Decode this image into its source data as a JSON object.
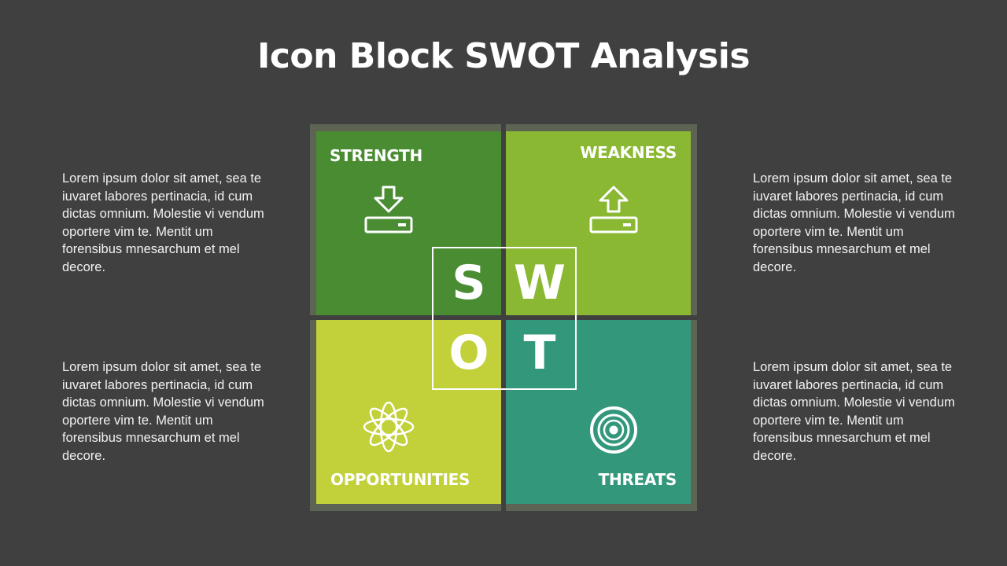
{
  "title": "Icon Block SWOT Analysis",
  "colors": {
    "background": "#404040",
    "strength": "#4a8c32",
    "weakness": "#8ab833",
    "opportunities": "#c2d03a",
    "threats": "#33977c",
    "text": "#ffffff"
  },
  "quadrants": {
    "strength": {
      "label": "STRENGTH",
      "letter": "S",
      "icon": "download-drive-icon"
    },
    "weakness": {
      "label": "WEAKNESS",
      "letter": "W",
      "icon": "upload-drive-icon"
    },
    "opportunities": {
      "label": "OPPORTUNITIES",
      "letter": "O",
      "icon": "atom-icon"
    },
    "threats": {
      "label": "THREATS",
      "letter": "T",
      "icon": "target-icon"
    }
  },
  "descriptions": {
    "top_left": "Lorem ipsum dolor sit amet, sea te iuvaret labores pertinacia, id cum dictas omnium. Molestie vi vendum oportere vim te. Mentit um forensibus mnesarchum et mel decore.",
    "bottom_left": "Lorem ipsum dolor sit amet, sea te iuvaret labores pertinacia, id cum dictas omnium. Molestie vi vendum oportere vim te. Mentit um forensibus mnesarchum et mel decore.",
    "top_right": "Lorem ipsum dolor sit amet, sea te iuvaret labores pertinacia, id cum dictas omnium. Molestie vi vendum oportere vim te. Mentit um forensibus mnesarchum et mel decore.",
    "bottom_right": "Lorem ipsum dolor sit amet, sea te iuvaret labores pertinacia, id cum dictas omnium. Molestie vi vendum oportere vim te. Mentit um forensibus mnesarchum et mel decore."
  }
}
